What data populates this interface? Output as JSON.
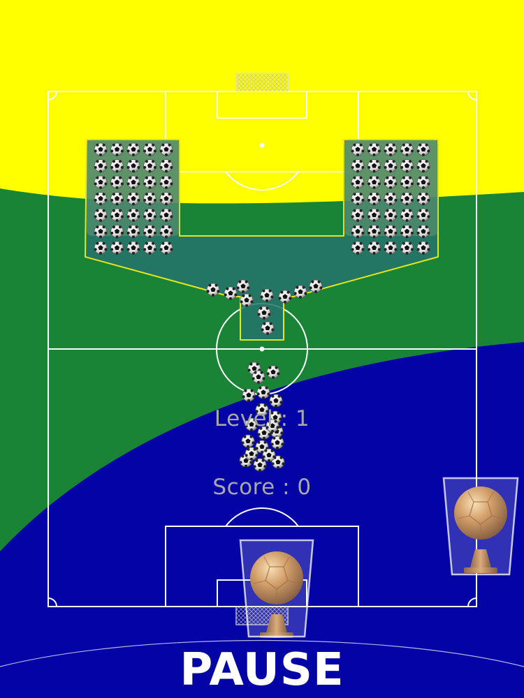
{
  "hud": {
    "level_label": "Level : 1",
    "score_label": "Score : 0",
    "pause_label": "PAUSE"
  },
  "colors": {
    "yellow": "#FFFF00",
    "green": "#1A8436",
    "blue": "#0404A6",
    "funnel_fill": "#27736C",
    "funnel_outline": "#E6E619",
    "line": "#FFFFFF",
    "text": "#A8A8A8"
  },
  "icons": {
    "ball": "soccer-ball-icon",
    "trophy": "golden-ball-trophy-icon",
    "cup": "glass-cup-icon"
  },
  "game": {
    "level": 1,
    "score": 0,
    "storage_bins": 2,
    "balls_per_bin": 35,
    "cups": 2
  }
}
